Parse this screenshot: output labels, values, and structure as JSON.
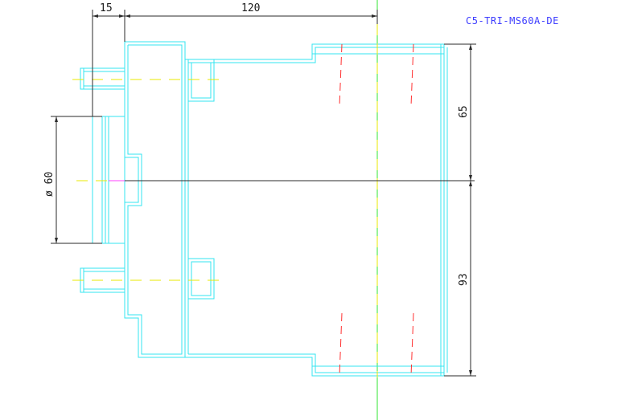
{
  "drawing": {
    "part_code": "C5-TRI-MS60A-DE",
    "dimensions": {
      "top_left": "15",
      "top_length": "120",
      "right_upper": "65",
      "right_lower": "93",
      "left_diameter": "ø 60"
    }
  },
  "colors": {
    "outline": "#33e6f0",
    "dimension": "#2a2a2a",
    "center_line": "#e8e800",
    "axis": "#33e633",
    "hidden": "#ff3030",
    "title": "#3c3cff"
  }
}
